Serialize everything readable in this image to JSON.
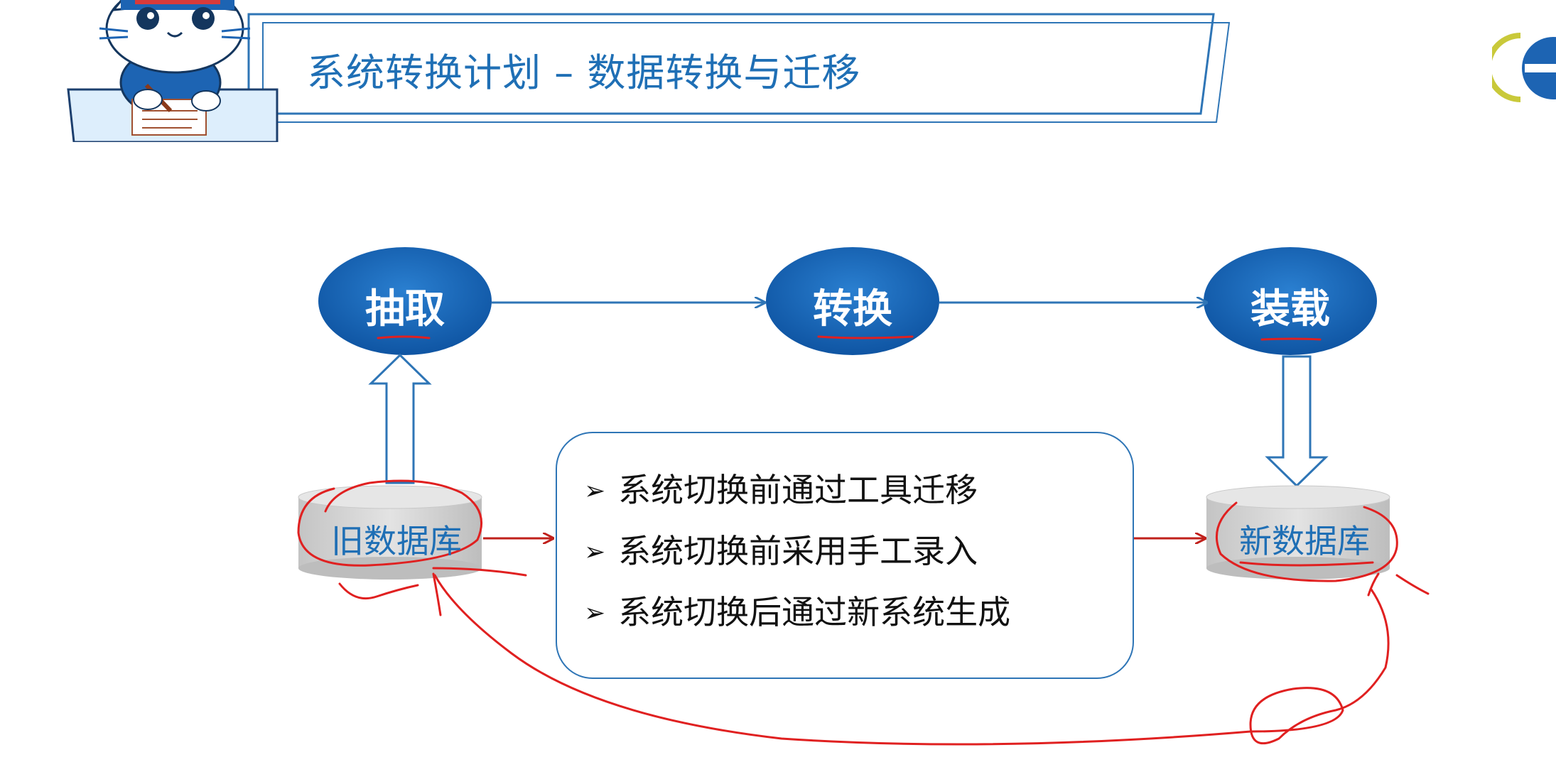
{
  "slide": {
    "title": "系统转换计划 – 数据转换与迁移"
  },
  "process": {
    "steps": [
      "抽取",
      "转换",
      "装载"
    ]
  },
  "databases": {
    "source": "旧数据库",
    "target": "新数据库"
  },
  "methods": {
    "bullet": "➢",
    "items": [
      "系统切换前通过工具迁移",
      "系统切换前采用手工录入",
      "系统切换后通过新系统生成"
    ]
  },
  "colors": {
    "title_blue": "#1f6fb5",
    "ellipse_blue": "#1565b0",
    "arrow_blue": "#2e75b6",
    "arrow_red": "#c0201b",
    "annotation_red": "#e02020",
    "db_gray": "#cfcfcf"
  },
  "icons": {
    "mascot": "cat-mascot-icon",
    "logo": "partial-logo-icon"
  }
}
